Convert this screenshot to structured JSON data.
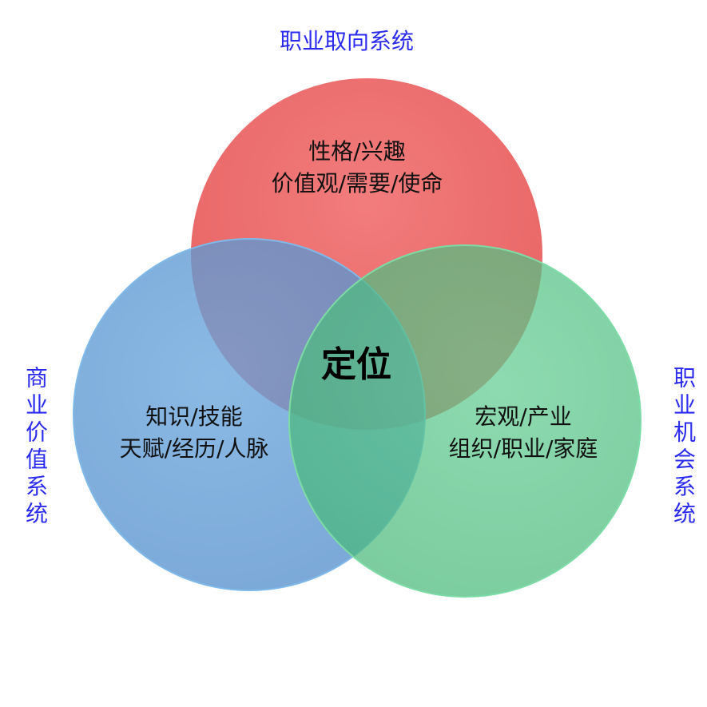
{
  "title_top": "职业取向系统",
  "title_left": "商业价值系统",
  "title_right": "职业机会系统",
  "center_label": "定位",
  "circles": {
    "red": {
      "line1": "性格/兴趣",
      "line2": "价值观/需要/使命",
      "color": "#ee6e6e"
    },
    "blue": {
      "line1": "知识/技能",
      "line2": "天赋/经历/人脉",
      "color": "#5f9bd6"
    },
    "green": {
      "line1": "宏观/产业",
      "line2": "组织/职业/家庭",
      "color": "#52c185"
    }
  },
  "label_color": "#2b2bf0"
}
